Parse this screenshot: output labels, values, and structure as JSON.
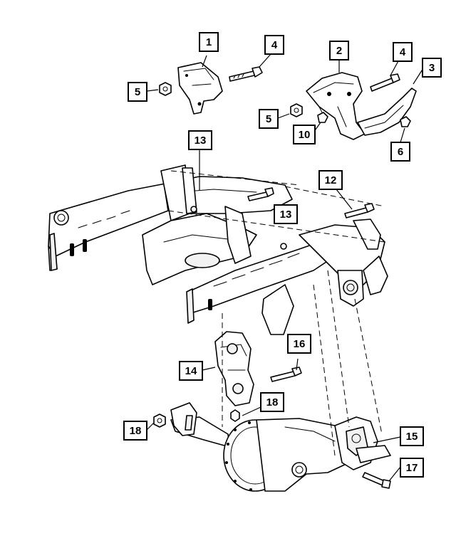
{
  "callouts": [
    {
      "id": "c1",
      "label": "1"
    },
    {
      "id": "c2",
      "label": "2"
    },
    {
      "id": "c3",
      "label": "3"
    },
    {
      "id": "c4a",
      "label": "4"
    },
    {
      "id": "c4b",
      "label": "4"
    },
    {
      "id": "c5a",
      "label": "5"
    },
    {
      "id": "c5b",
      "label": "5"
    },
    {
      "id": "c6",
      "label": "6"
    },
    {
      "id": "c10",
      "label": "10"
    },
    {
      "id": "c12",
      "label": "12"
    },
    {
      "id": "c13a",
      "label": "13"
    },
    {
      "id": "c13b",
      "label": "13"
    },
    {
      "id": "c14",
      "label": "14"
    },
    {
      "id": "c15",
      "label": "15"
    },
    {
      "id": "c16",
      "label": "16"
    },
    {
      "id": "c17",
      "label": "17"
    },
    {
      "id": "c18a",
      "label": "18"
    },
    {
      "id": "c18b",
      "label": "18"
    }
  ]
}
